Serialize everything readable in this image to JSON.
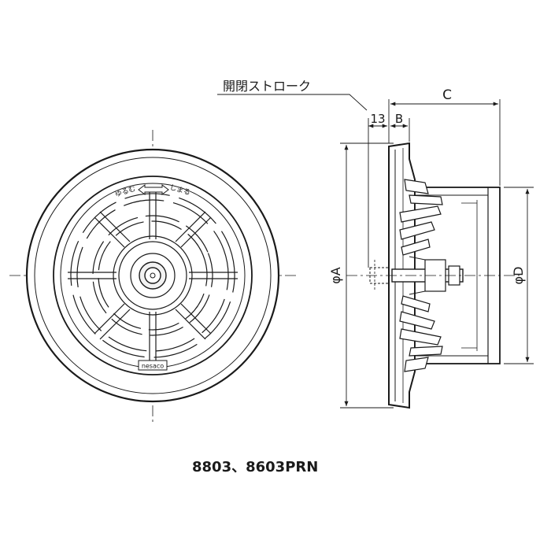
{
  "labels": {
    "stroke": "開閉ストローク",
    "dim_13": "13",
    "dim_b": "B",
    "dim_c": "C",
    "dim_a": "φA",
    "dim_d": "φD",
    "loosen": "ゆるむ",
    "tighten": "しまる",
    "brand": "nesaco",
    "model": "8803、8603PRN"
  },
  "colors": {
    "line": "#1a1a1a",
    "fill": "#ffffff",
    "hub": "#f2f2f2"
  }
}
